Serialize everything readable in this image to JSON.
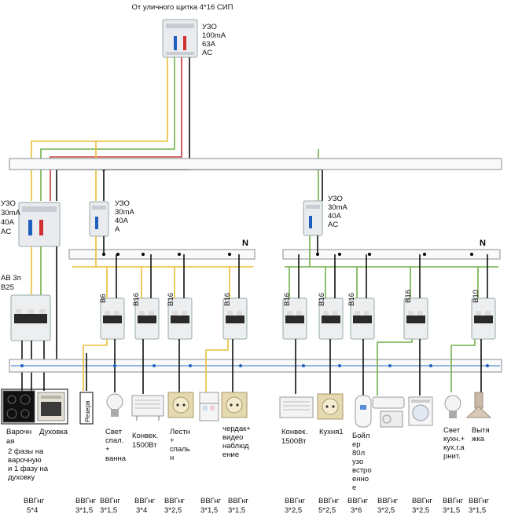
{
  "header": "От уличного щитка 4*16 СИП",
  "main_rcd": [
    "УЗО",
    "100mA",
    "63A",
    "AC"
  ],
  "left_rcd": [
    "УЗО",
    "30mA",
    "40A",
    "AC"
  ],
  "left_ab": [
    "АВ 3п",
    "В25"
  ],
  "rcd_2": [
    "УЗО",
    "30mA",
    "40A",
    "A"
  ],
  "rcd_3": [
    "УЗО",
    "30mA",
    "40A",
    "AC"
  ],
  "n_label": "N",
  "breaker_labels": [
    "В6",
    "В16",
    "В16",
    "В16",
    "В16",
    "В16",
    "В16",
    "В16",
    "В10"
  ],
  "reserve": "Резерв",
  "loads": {
    "hob": [
      "Варочн",
      "ая"
    ],
    "oven": "Духовка",
    "phases_note": [
      "2 фазы на",
      "варочную",
      "и 1 фазу на",
      "духовку"
    ],
    "light_bed": [
      "Свет",
      "спал.",
      "+",
      "ванна"
    ],
    "convector_1": [
      "Конвек.",
      "1500Вт"
    ],
    "stairs": [
      "Лестн",
      "+",
      "спаль",
      "н"
    ],
    "attic": [
      "чердак+",
      "видео",
      "наблюд",
      "ение"
    ],
    "convector_2": [
      "Конвек.",
      "1500Вт"
    ],
    "kitchen": "Кухня1",
    "boiler": [
      "Бойл",
      "ер",
      "80л",
      "узо",
      "встро",
      "енно",
      "е"
    ],
    "light_kitchen": [
      "Свет",
      "кухн.+",
      "кух.г.а",
      "рнит."
    ],
    "hood": [
      "Вытя",
      "жка"
    ]
  },
  "cables": [
    [
      "ВВГнг",
      "5*4"
    ],
    [
      "ВВГнг",
      "3*1,5"
    ],
    [
      "ВВГнг",
      "3*1,5"
    ],
    [
      "ВВГнг",
      "3*4"
    ],
    [
      "ВВГнг",
      "3*2,5"
    ],
    [
      "ВВГнг",
      "3*1,5"
    ],
    [
      "ВВГнг",
      "3*1,5"
    ],
    [
      "ВВГнг",
      "3*2,5"
    ],
    [
      "ВВГнг",
      "5*2,5"
    ],
    [
      "ВВГнг",
      "3*6"
    ],
    [
      "ВВГнг",
      "3*2,5"
    ],
    [
      "ВВГнг",
      "3*2,5"
    ],
    [
      "ВВГнг",
      "3*1,5"
    ],
    [
      "ВВГнг",
      "3*1,5"
    ]
  ],
  "colors": {
    "phase_yellow": "#e8c03a",
    "phase_green": "#74b04a",
    "phase_red": "#c43a3a",
    "neutral_black": "#111111",
    "earth_blue": "#6f9fd4"
  }
}
